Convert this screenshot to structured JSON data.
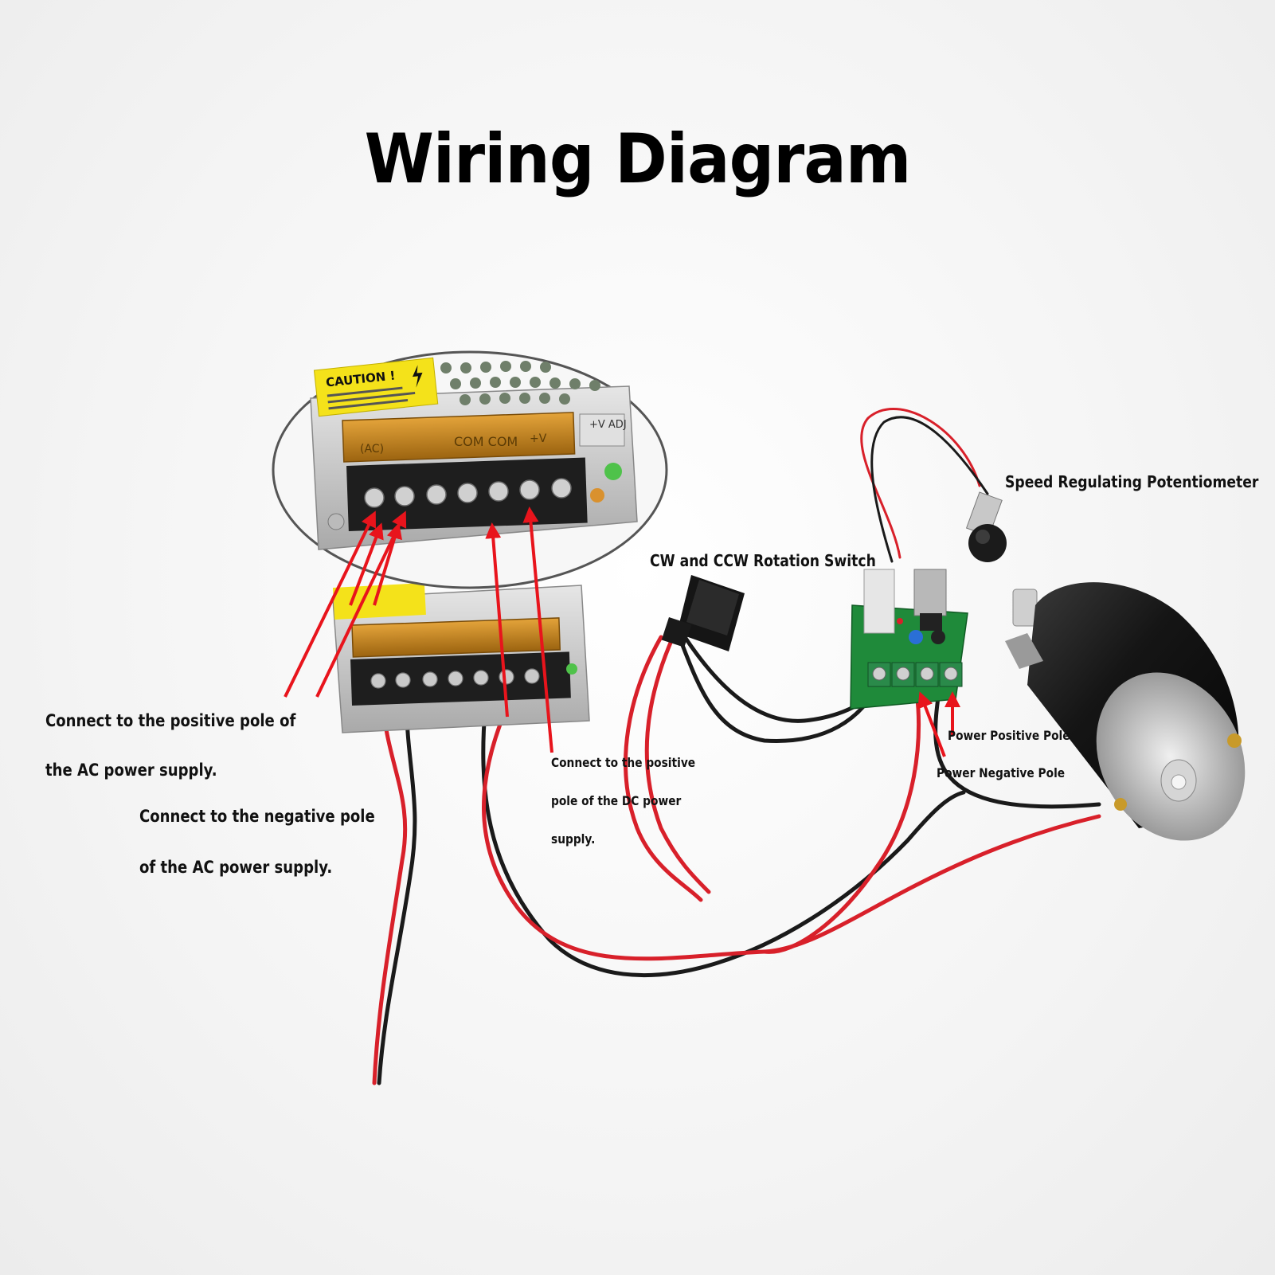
{
  "title": "Wiring Diagram",
  "psu_labels": {
    "caution": "CAUTION !",
    "terminal_ac": "(AC)",
    "terminal_com": "COM COM",
    "terminal_v": "+V",
    "adj": "+V ADJ"
  },
  "labels": {
    "ac_positive_line1": "Connect to the positive pole of",
    "ac_positive_line2": "the AC power supply.",
    "ac_negative_line1": "Connect to the negative pole",
    "ac_negative_line2": "of the AC power supply.",
    "dc_positive_line1": "Connect to the positive",
    "dc_positive_line2": "pole of the DC power",
    "dc_positive_line3": "supply.",
    "rotation_switch": "CW and CCW Rotation Switch",
    "potentiometer": "Speed Regulating Potentiometer",
    "power_positive": "Power Positive Pole",
    "power_negative": "Power Negative Pole"
  },
  "colors": {
    "arrow_red": "#e8141c",
    "wire_red": "#d8202a",
    "wire_black": "#1a1a1a",
    "terminal_block": "#1e1e1e",
    "amber_cover": "#c98a1a",
    "caution_yellow": "#f4e21a",
    "pcb_green": "#1f8a3a",
    "motor_body": "#161616"
  }
}
